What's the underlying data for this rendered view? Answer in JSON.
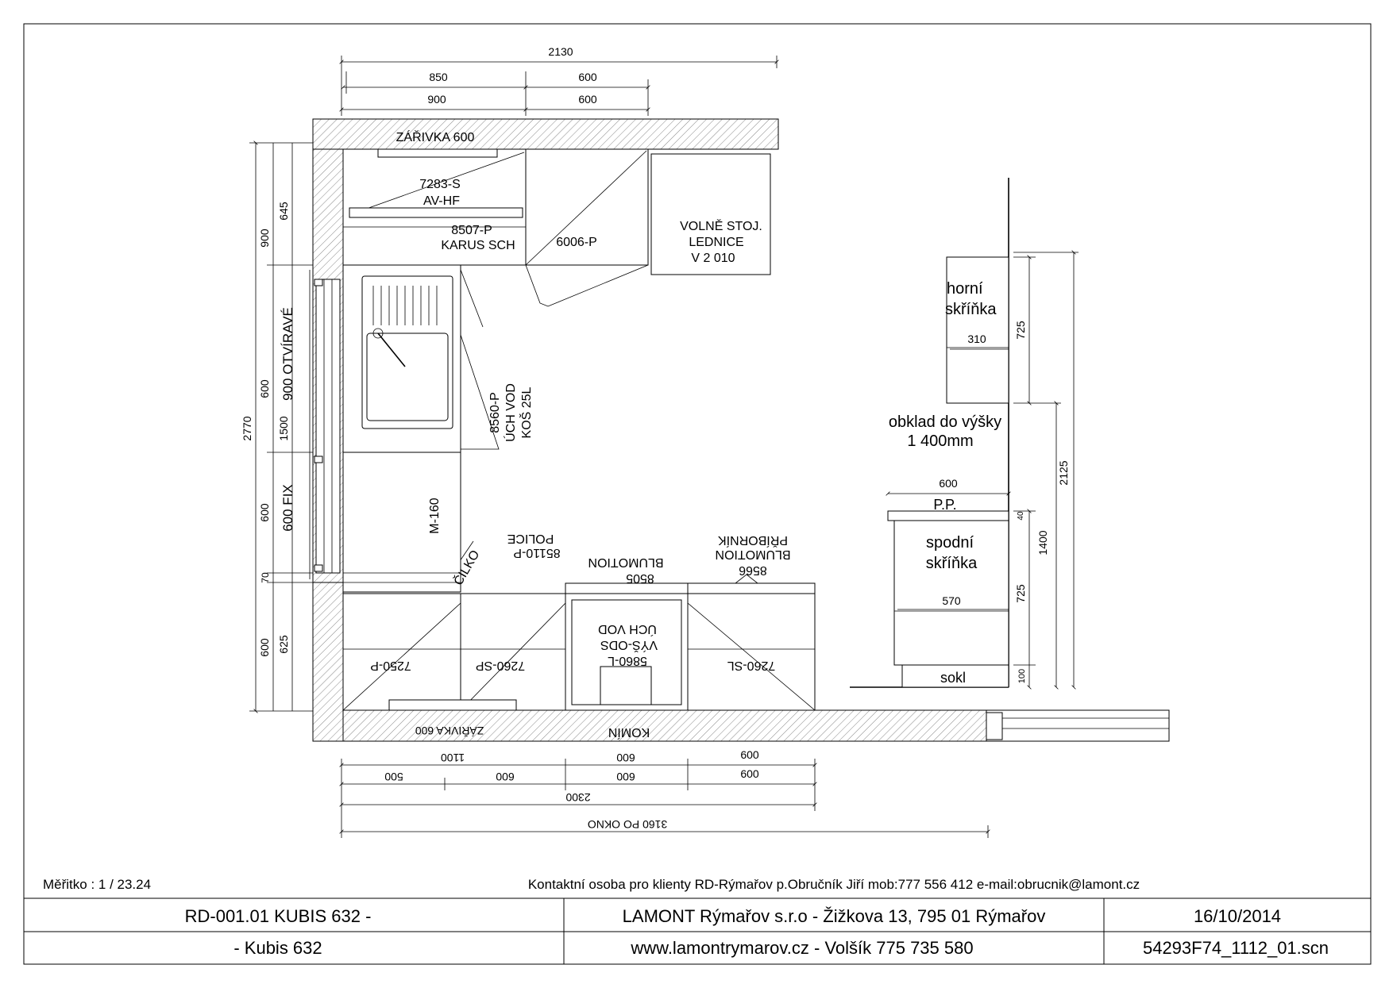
{
  "plan": {
    "dims_top": {
      "total": "2130",
      "row1": [
        "850",
        "600"
      ],
      "row2": [
        "900",
        "600"
      ]
    },
    "dims_left": {
      "total": "2770",
      "col_a": [
        "900",
        "600",
        "600",
        "70",
        "600"
      ],
      "col_b": [
        "645",
        "1500",
        "625"
      ],
      "col_c": [
        "900 OTVÍRAVÉ",
        "600 FIX"
      ]
    },
    "dims_bottom": {
      "row1": [
        "1100",
        "600",
        "600"
      ],
      "row2": [
        "500",
        "600",
        "600",
        "600"
      ],
      "row3": "2300",
      "row4": "3160 PO OKNO"
    },
    "labels": {
      "zarivka_top": "ZÁŘIVKA 600",
      "cab_7283_a": "7283-S",
      "cab_7283_b": "AV-HF",
      "cab_8507_a": "8507-P",
      "cab_8507_b": "KARUS SCH",
      "cab_6006": "6006-P",
      "fridge_a": "VOLNĚ STOJ.",
      "fridge_b": "LEDNICE",
      "fridge_c": "V 2 010",
      "cab_8560_a": "8560-P",
      "cab_8560_b": "ÚCH VOD",
      "cab_8560_c": "KOŠ 25L",
      "cab_m160": "M-160",
      "cilko": "ČILKO",
      "cab_85110_a": "85110-P",
      "cab_85110_b": "POLICE",
      "cab_8505_a": "8505",
      "cab_8505_b": "BLUMOTION",
      "cab_8566_a": "8566",
      "cab_8566_b": "BLUMOTION",
      "cab_8566_c": "PŘÍBORNÍK",
      "cab_5860_a": "5860-L",
      "cab_5860_b": "VÝŠ-ODS",
      "cab_5860_c": "ÚCH VOD",
      "cab_7250": "7250-P",
      "cab_7260sp": "7260-SP",
      "cab_7260sl": "7260-SL",
      "zarivka_bottom": "ZÁŘIVKA 600",
      "komin": "KOMÍN"
    }
  },
  "section": {
    "upper_a": "horní",
    "upper_b": "skříňka",
    "upper_width": "310",
    "upper_height": "725",
    "tile_a": "obklad do výšky",
    "tile_b": "1 400mm",
    "worktop_width": "600",
    "worktop": "P.P.",
    "lower_a": "spodní",
    "lower_b": "skříňka",
    "lower_width": "570",
    "lower_height": "725",
    "plinth": "sokl",
    "plinth_height": "100",
    "worktop_thk": "40",
    "tile_height": "1400",
    "h_2125": "2125"
  },
  "footer": {
    "scale": "Měřitko : 1 / 23.24",
    "contact": "Kontaktní osoba pro klienty RD-Rýmařov p.Obručník Jiří mob:777 556 412 e-mail:obrucnik@lamont.cz",
    "project_a": "RD-001.01 KUBIS 632 -",
    "project_b": "-  Kubis 632",
    "company": "LAMONT Rýmařov s.r.o - Žižkova 13, 795 01 Rýmařov",
    "website": "www.lamontrymarov.cz - Volšík 775 735 580",
    "date": "16/10/2014",
    "file": "54293F74_1112_01.scn"
  }
}
